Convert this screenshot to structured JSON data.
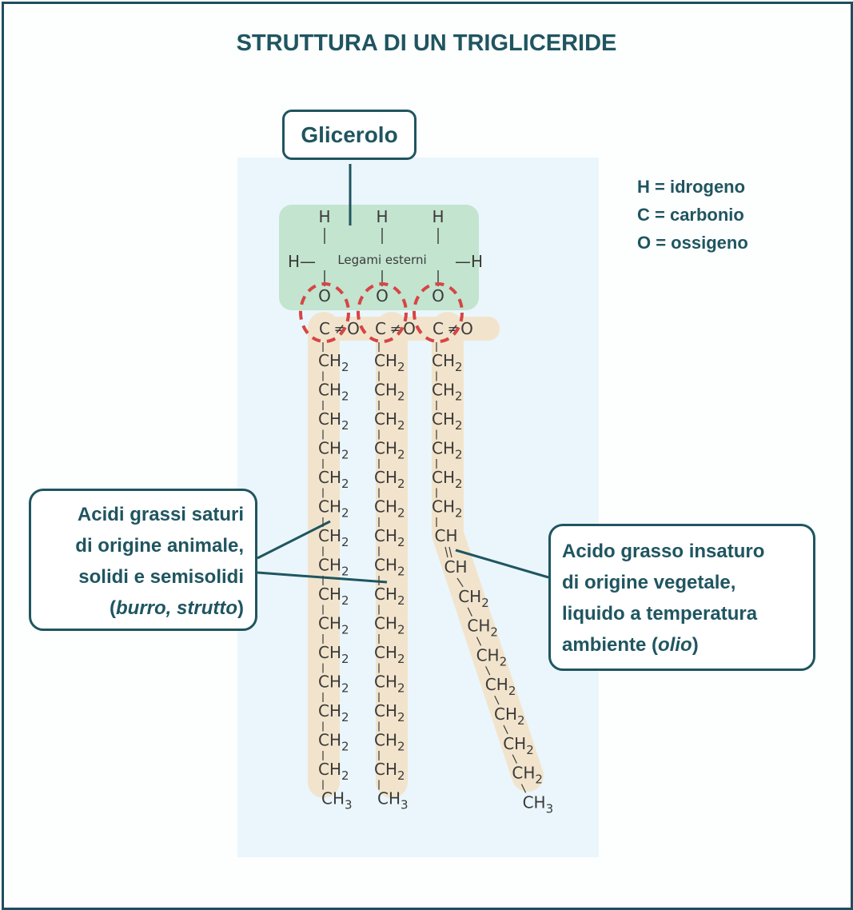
{
  "title": "STRUTTURA DI UN TRIGLICERIDE",
  "glicerolo_label": "Glicerolo",
  "legami_label": "Legami esterni",
  "legend": [
    "H = idrogeno",
    "C = carbonio",
    "O = ossigeno"
  ],
  "saturated_callout": {
    "line1": "Acidi grassi saturi",
    "line2": "di origine animale,",
    "line3": "solidi e semisolidi",
    "line4_open": "(",
    "line4_italic": "burro, strutto",
    "line4_close": ")"
  },
  "unsaturated_callout": {
    "line1": "Acido grasso insaturo",
    "line2": "di origine vegetale,",
    "line3": "liquido a temperatura",
    "line4_start": "ambiente (",
    "line4_italic": "olio",
    "line4_close": ")"
  },
  "atoms": {
    "H": "H",
    "O": "O",
    "C": "C",
    "CH": "CH",
    "CH2": "CH",
    "CH3": "CH",
    "sub2": "2",
    "sub3": "3",
    "ester_dash": "≠",
    "H_left": "H—",
    "H_right": "—H"
  },
  "chains": {
    "saturated_ch2_count": 15,
    "unsaturated_ch2_before_double_bond": 6,
    "unsaturated_ch2_after_double_bond": 7
  },
  "colors": {
    "title": "#1f5560",
    "glycerol_box": "#c3e4cf",
    "chain_band": "#f2e4cc",
    "ester_circle": "#d64545",
    "panel": "#eaf6fb"
  }
}
